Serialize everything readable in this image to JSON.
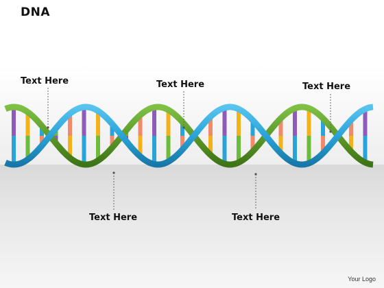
{
  "title": "DNA",
  "labels": [
    {
      "text": "Text Here"
    },
    {
      "text": "Text Here"
    },
    {
      "text": "Text Here"
    },
    {
      "text": "Text Here"
    },
    {
      "text": "Text Here"
    }
  ],
  "logo": "Your Logo",
  "colors": {
    "strand_green": "#5c9a2a",
    "strand_blue": "#2aa3d8",
    "rung_palette": [
      "#8e5bb8",
      "#f2b21c",
      "#2aa3d8",
      "#6dbb3a",
      "#f08a6a"
    ]
  }
}
